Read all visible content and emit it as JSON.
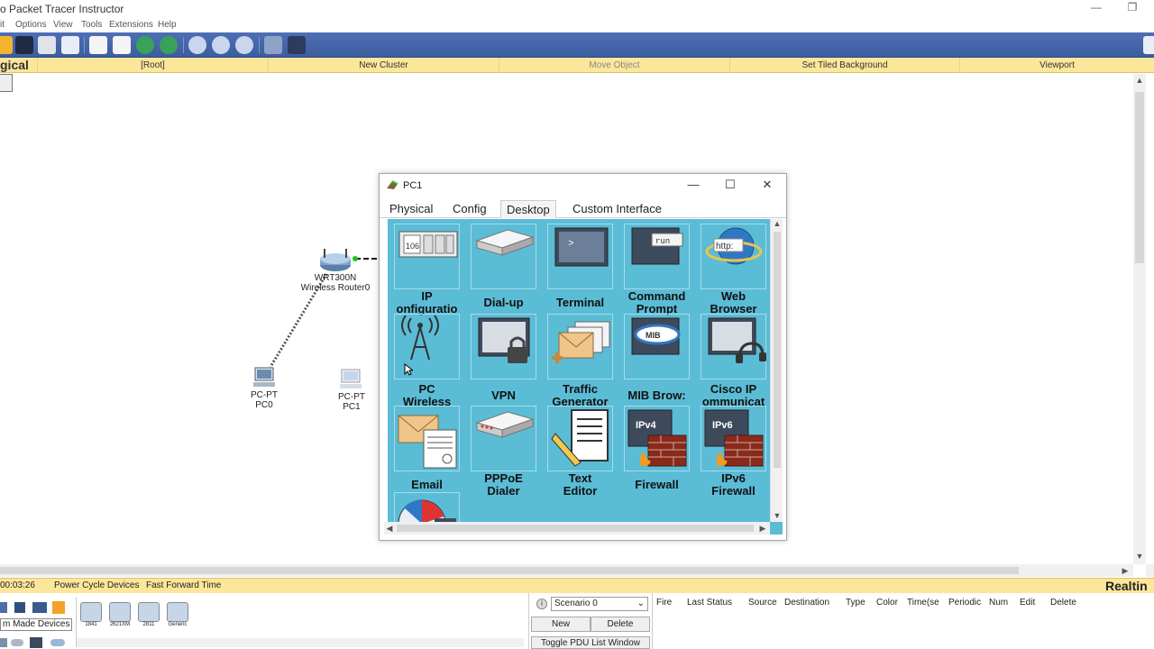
{
  "app": {
    "title": "o Packet Tracer Instructor",
    "menu": [
      "it",
      "Options",
      "View",
      "Tools",
      "Extensions",
      "Help"
    ]
  },
  "logical_bar": {
    "view_label": "gical",
    "items": [
      "[Root]",
      "New Cluster",
      "Move Object",
      "Set Tiled Background",
      "Viewport"
    ]
  },
  "devices": {
    "router": {
      "line1": "WRT300N",
      "line2": "Wireless Router0"
    },
    "pc0": {
      "line1": "PC-PT",
      "line2": "PC0"
    },
    "pc1": {
      "line1": "PC-PT",
      "line2": "PC1"
    }
  },
  "status": {
    "time": "00:03:26",
    "power_cycle": "Power Cycle Devices",
    "fast_forward": "Fast Forward Time",
    "mode": "Realtin"
  },
  "bottom": {
    "device_category": "m Made Devices",
    "models": [
      "1841",
      "2621XM",
      "2811",
      "Generic"
    ],
    "scenario": "Scenario 0",
    "new": "New",
    "delete": "Delete",
    "toggle": "Toggle PDU List Window",
    "pdu_headers": [
      "Fire",
      "Last Status",
      "Source",
      "Destination",
      "Type",
      "Color",
      "Time(se",
      "Periodic",
      "Num",
      "Edit",
      "Delete"
    ]
  },
  "dialog": {
    "title": "PC1",
    "tabs": [
      "Physical",
      "Config",
      "Desktop",
      "Custom Interface"
    ],
    "active_tab": "Desktop",
    "apps": [
      {
        "l1": "IP",
        "l2": "onfiguratio"
      },
      {
        "l1": "Dial-up",
        "l2": ""
      },
      {
        "l1": "Terminal",
        "l2": ""
      },
      {
        "l1": "Command",
        "l2": "Prompt"
      },
      {
        "l1": "Web",
        "l2": "Browser"
      },
      {
        "l1": "PC",
        "l2": "Wireless"
      },
      {
        "l1": "VPN",
        "l2": ""
      },
      {
        "l1": "Traffic",
        "l2": "Generator"
      },
      {
        "l1": "MIB Brow:",
        "l2": ""
      },
      {
        "l1": "Cisco IP",
        "l2": "ommunicat"
      },
      {
        "l1": "Email",
        "l2": ""
      },
      {
        "l1": "PPPoE",
        "l2": "Dialer"
      },
      {
        "l1": "Text",
        "l2": "Editor"
      },
      {
        "l1": "Firewall",
        "l2": ""
      },
      {
        "l1": "IPv6",
        "l2": "Firewall"
      }
    ],
    "icon_text": {
      "ip": "106",
      "cmd": "run",
      "web": "http:",
      "mib": "MIB",
      "ipv4": "IPv4",
      "ipv6": "IPv6"
    }
  },
  "colors": {
    "toolbar": "#4a6ab0",
    "yellow": "#fbe69a",
    "desktop": "#5bbcd6"
  }
}
